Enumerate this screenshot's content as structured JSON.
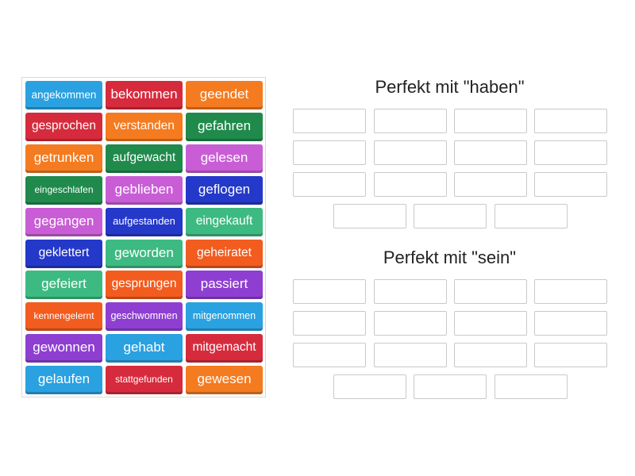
{
  "tiles": [
    {
      "label": "angekommen",
      "color": "#2aa1e0"
    },
    {
      "label": "bekommen",
      "color": "#d62b3d"
    },
    {
      "label": "geendet",
      "color": "#f47b20"
    },
    {
      "label": "gesprochen",
      "color": "#d62b3d"
    },
    {
      "label": "verstanden",
      "color": "#f47b20"
    },
    {
      "label": "gefahren",
      "color": "#1f8a4c"
    },
    {
      "label": "getrunken",
      "color": "#f47b20"
    },
    {
      "label": "aufgewacht",
      "color": "#1f8a4c"
    },
    {
      "label": "gelesen",
      "color": "#c95dd6"
    },
    {
      "label": "eingeschlafen",
      "color": "#1f8a4c"
    },
    {
      "label": "geblieben",
      "color": "#c95dd6"
    },
    {
      "label": "geflogen",
      "color": "#2438c9"
    },
    {
      "label": "gegangen",
      "color": "#c95dd6"
    },
    {
      "label": "aufgestanden",
      "color": "#2438c9"
    },
    {
      "label": "eingekauft",
      "color": "#3dba82"
    },
    {
      "label": "geklettert",
      "color": "#2438c9"
    },
    {
      "label": "geworden",
      "color": "#3dba82"
    },
    {
      "label": "geheiratet",
      "color": "#f25c1f"
    },
    {
      "label": "gefeiert",
      "color": "#3dba82"
    },
    {
      "label": "gesprungen",
      "color": "#f25c1f"
    },
    {
      "label": "passiert",
      "color": "#8e3fd1"
    },
    {
      "label": "kennengelernt",
      "color": "#f25c1f"
    },
    {
      "label": "geschwommen",
      "color": "#8e3fd1"
    },
    {
      "label": "mitgenommen",
      "color": "#2aa1e0"
    },
    {
      "label": "gewonnen",
      "color": "#8e3fd1"
    },
    {
      "label": "gehabt",
      "color": "#2aa1e0"
    },
    {
      "label": "mitgemacht",
      "color": "#d62b3d"
    },
    {
      "label": "gelaufen",
      "color": "#2aa1e0"
    },
    {
      "label": "stattgefunden",
      "color": "#d62b3d"
    },
    {
      "label": "gewesen",
      "color": "#f47b20"
    }
  ],
  "groups": [
    {
      "title": "Perfekt mit \"haben\""
    },
    {
      "title": "Perfekt mit \"sein\""
    }
  ]
}
